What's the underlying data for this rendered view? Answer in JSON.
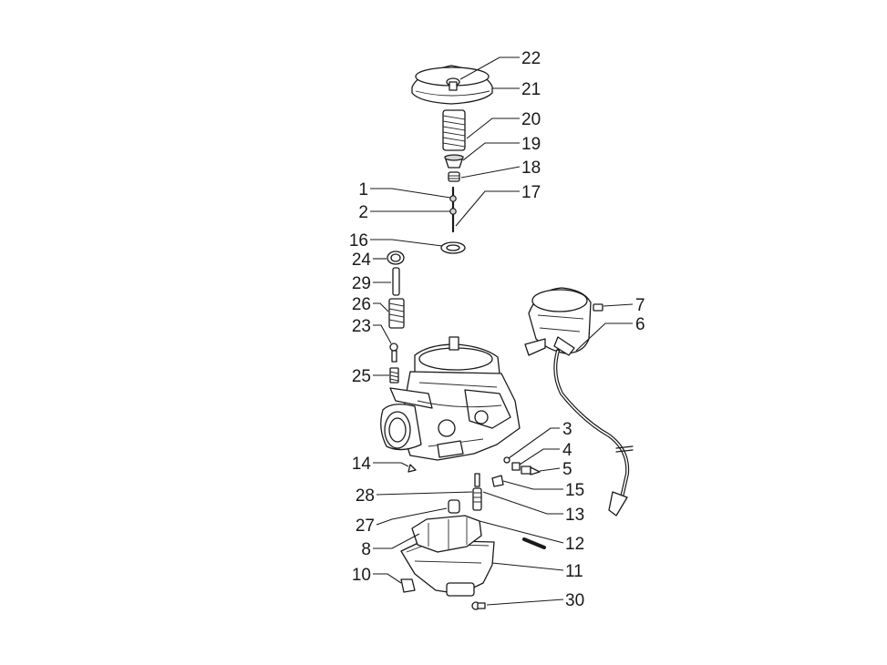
{
  "callouts": [
    {
      "id": "1",
      "text": "1"
    },
    {
      "id": "2",
      "text": "2"
    },
    {
      "id": "3",
      "text": "3"
    },
    {
      "id": "4",
      "text": "4"
    },
    {
      "id": "5",
      "text": "5"
    },
    {
      "id": "6",
      "text": "6"
    },
    {
      "id": "7",
      "text": "7"
    },
    {
      "id": "8",
      "text": "8"
    },
    {
      "id": "10",
      "text": "10"
    },
    {
      "id": "11",
      "text": "11"
    },
    {
      "id": "12",
      "text": "12"
    },
    {
      "id": "13",
      "text": "13"
    },
    {
      "id": "14",
      "text": "14"
    },
    {
      "id": "15",
      "text": "15"
    },
    {
      "id": "16",
      "text": "16"
    },
    {
      "id": "17",
      "text": "17"
    },
    {
      "id": "18",
      "text": "18"
    },
    {
      "id": "19",
      "text": "19"
    },
    {
      "id": "20",
      "text": "20"
    },
    {
      "id": "21",
      "text": "21"
    },
    {
      "id": "22",
      "text": "22"
    },
    {
      "id": "23",
      "text": "23"
    },
    {
      "id": "24",
      "text": "24"
    },
    {
      "id": "25",
      "text": "25"
    },
    {
      "id": "26",
      "text": "26"
    },
    {
      "id": "27",
      "text": "27"
    },
    {
      "id": "28",
      "text": "28"
    },
    {
      "id": "29",
      "text": "29"
    },
    {
      "id": "30",
      "text": "30"
    }
  ]
}
